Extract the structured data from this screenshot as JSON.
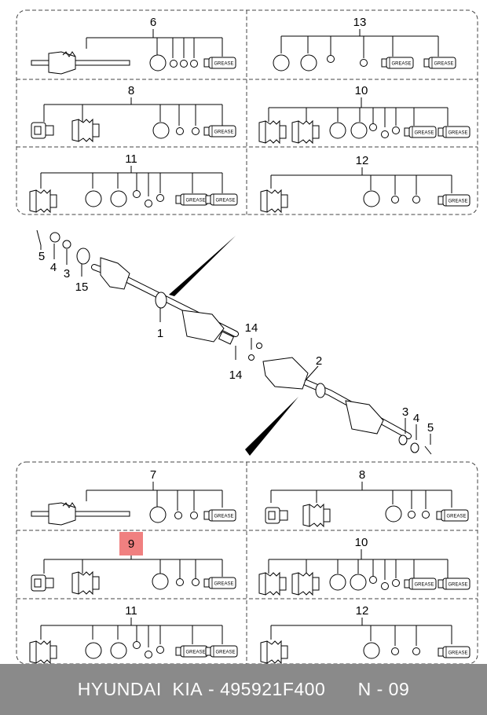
{
  "kits_top": {
    "k6": "6",
    "k13": "13",
    "k8": "8",
    "k10": "10",
    "k11": "11",
    "k12": "12"
  },
  "kits_bottom": {
    "k7": "7",
    "k8": "8",
    "k9": "9",
    "k10": "10",
    "k11": "11",
    "k12": "12"
  },
  "callouts": {
    "c1": "1",
    "c2": "2",
    "c3a": "3",
    "c4a": "4",
    "c5a": "5",
    "c3b": "3",
    "c4b": "4",
    "c5b": "5",
    "c15": "15",
    "c14a": "14",
    "c14b": "14"
  },
  "grease_label": "GREASE",
  "highlight_color": "#f08080",
  "footer": {
    "brand": "HYUNDAI  KIA",
    "separator": " - ",
    "part_number": "495921F400",
    "page": "N - 09"
  }
}
